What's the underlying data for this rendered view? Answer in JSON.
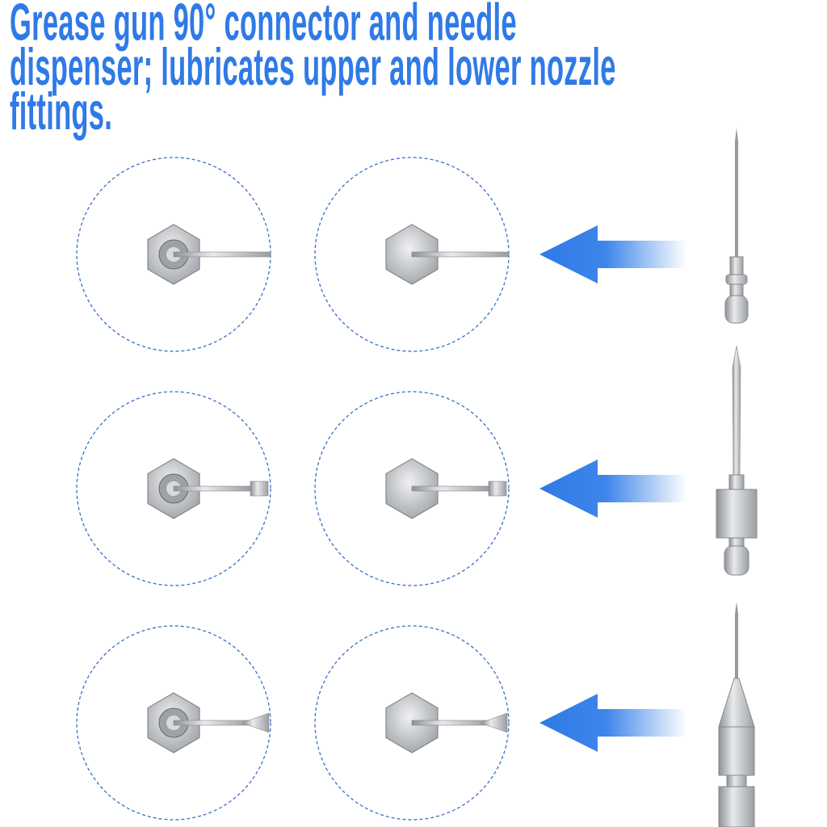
{
  "title": {
    "lines": [
      "Grease gun 90° connector and needle",
      "dispenser; lubricates upper and lower nozzle",
      "fittings."
    ]
  },
  "colors": {
    "accent": "#2f7ae6",
    "circle": "#3a6fc4",
    "arrow": "#2f7ae6",
    "metal": "#b8bcc0"
  },
  "rows": [
    {
      "needle_type": "short-needle-with-nipple"
    },
    {
      "needle_type": "long-needle-with-hex-body"
    },
    {
      "needle_type": "tapered-needle-with-hex-body"
    }
  ]
}
